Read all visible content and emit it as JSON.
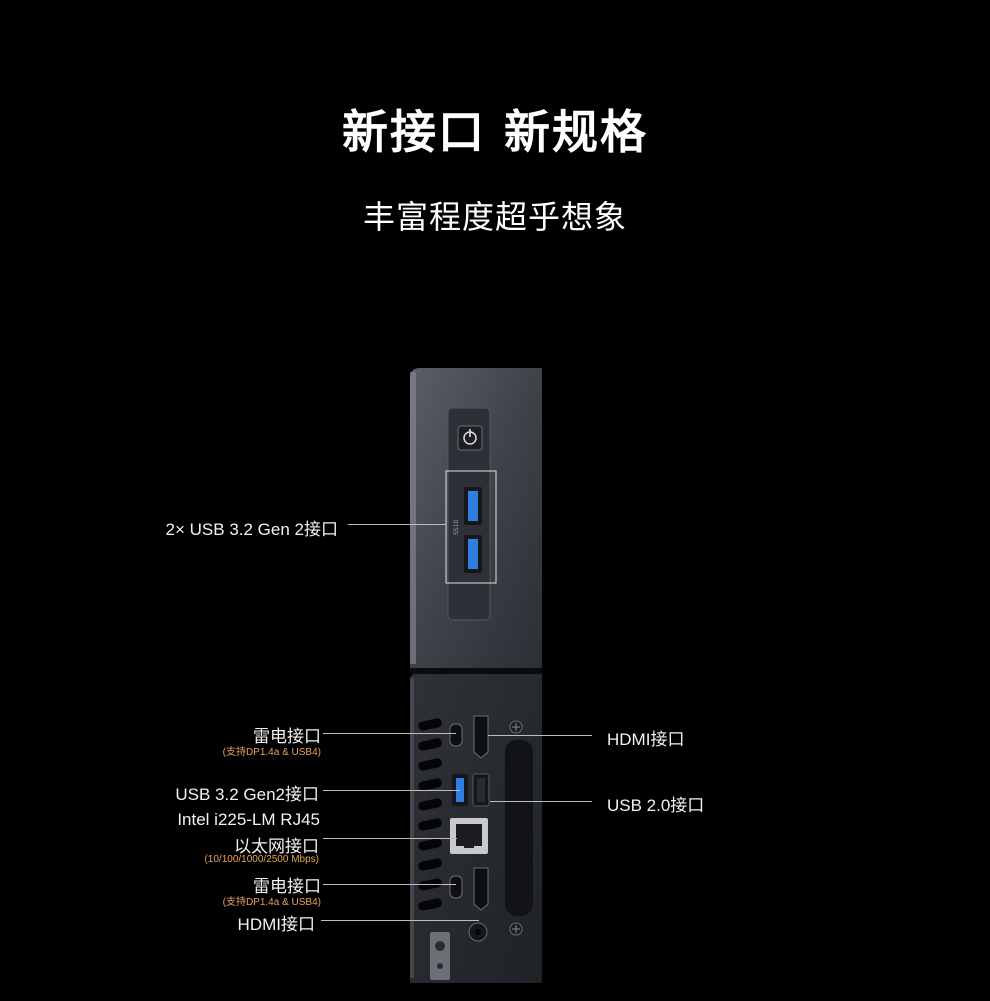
{
  "heading": {
    "title": "新接口 新规格",
    "subtitle": "丰富程度超乎想象"
  },
  "callouts": {
    "front_usb": "2× USB 3.2 Gen 2接口",
    "thunderbolt_top": "雷电接口",
    "thunderbolt_top_note": "(支持DP1.4a & USB4)",
    "usb32": "USB 3.2 Gen2接口",
    "ethernet_line1": "Intel i225-LM RJ45",
    "ethernet_line2": "以太网接口",
    "ethernet_note": "(10/100/1000/2500 Mbps)",
    "thunderbolt_bottom": "雷电接口",
    "thunderbolt_bottom_note": "(支持DP1.4a & USB4)",
    "hdmi_bottom": "HDMI接口",
    "hdmi_right": "HDMI接口",
    "usb20_right": "USB 2.0接口"
  },
  "colors": {
    "background": "#000000",
    "note_accent": "#e8a15a",
    "usb3_blue": "#2f7ee0"
  }
}
